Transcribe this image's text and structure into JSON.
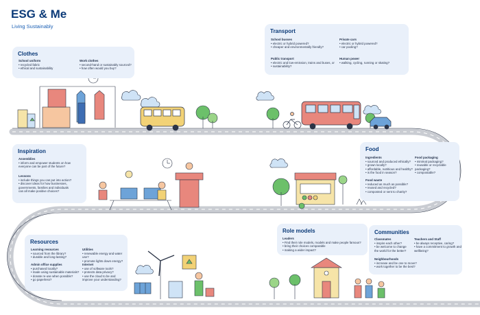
{
  "header": {
    "title": "ESG & Me",
    "subtitle": "Living Sustainably"
  },
  "sections": {
    "clothes": {
      "title": "Clothes",
      "groups": [
        {
          "heading": "School uniform",
          "items": [
            "• recycled fabric",
            "• ethical and sustainability"
          ]
        },
        {
          "heading": "Work clothes",
          "items": [
            "• second-hand or sustainably sourced?",
            "• how often would you buy?"
          ]
        }
      ]
    },
    "transport": {
      "title": "Transport",
      "groups": [
        {
          "heading": "School busses",
          "items": [
            "• electric or hybrid powered?",
            "• cheaper and environmentally friendly?"
          ]
        },
        {
          "heading": "Private cars",
          "items": [
            "• electric or hybrid powered?",
            "• car pooling?"
          ]
        },
        {
          "heading": "Public transport",
          "items": [
            "• electric and low-emission, trains and buses, or",
            "• sustainability?"
          ]
        },
        {
          "heading": "Human power",
          "items": [
            "• walking, cycling, running or skating?"
          ]
        }
      ]
    },
    "inspiration": {
      "title": "Inspiration",
      "groups": [
        {
          "heading": "Assemblies",
          "items": [
            "• inform and empower students on how",
            "  everyone can be part of the future?"
          ]
        },
        {
          "heading": "Lessons",
          "items": [
            "• include things you can put into action?",
            "• discover ideas for how businesses,",
            "  governments, families and individuals",
            "  can all make positive choices?"
          ]
        }
      ]
    },
    "food": {
      "title": "Food",
      "groups": [
        {
          "heading": "Ingredients",
          "items": [
            "• sourced and produced ethically?",
            "• grown locally?",
            "• affordable, nutritious and healthy?",
            "• is the food in season?"
          ]
        },
        {
          "heading": "Food packaging",
          "items": [
            "• minimal packaging?",
            "• reusable or recyclable",
            "  packaging?",
            "• compostable?"
          ]
        },
        {
          "heading": "Food waste",
          "items": [
            "• reduced as much as possible?",
            "• reused and recycled?",
            "• composted or sent to charity?"
          ]
        }
      ]
    },
    "resources": {
      "title": "Resources",
      "groups": [
        {
          "heading": "Learning resources",
          "items": [
            "• sourced from the library?",
            "• durable and long-lasting?"
          ]
        },
        {
          "heading": "Utilities",
          "items": [
            "• renewable energy and water use?",
            "• promote lights down energy?"
          ]
        },
        {
          "heading": "Admin office supplies",
          "items": [
            "• purchased locally?",
            "• made using sustainable materials?",
            "• donate re-use when possible?",
            "• go paperless?"
          ]
        },
        {
          "heading": "Internet",
          "items": [
            "• use of software tools?",
            "• protects data privacy?",
            "• use the cloud to be and",
            "  improve your understanding?"
          ]
        }
      ]
    },
    "role_models": {
      "title": "Role models",
      "groups": [
        {
          "heading": "Leaders",
          "items": [
            "• Find their role models, models and make people famous?",
            "• bring their choices comparable",
            "• making a wider impact?"
          ]
        }
      ]
    },
    "communities": {
      "title": "Communities",
      "groups": [
        {
          "heading": "Classmates",
          "items": [
            "• inspire each other?",
            "• be welcome to change",
            "  the world for the better?"
          ]
        },
        {
          "heading": "Teachers and Staff",
          "items": [
            "• be always receptive, caring?",
            "• have a commitment to growth and",
            "  wellbeing?"
          ]
        },
        {
          "heading": "Neighbourhoods",
          "items": [
            "• increase and be one to move?",
            "• work together to be the best?"
          ]
        }
      ]
    }
  },
  "colors": {
    "title": "#0b3a78",
    "card": "#e9f0fa",
    "road": "#c9ccd2",
    "line": "#2b3447",
    "bus": "#f2d276",
    "red": "#e8877d",
    "green": "#6cc06a",
    "sky": "#cfe3f6"
  },
  "icons": [
    "clock-icon",
    "recycle-icon",
    "wind-turbine-icon",
    "solar-panel-icon",
    "tree-icon",
    "cloud-icon",
    "bicycle-icon",
    "car-icon",
    "bus-icon",
    "store-icon",
    "laptop-icon",
    "podium-icon",
    "school-building-icon",
    "person-icon"
  ]
}
